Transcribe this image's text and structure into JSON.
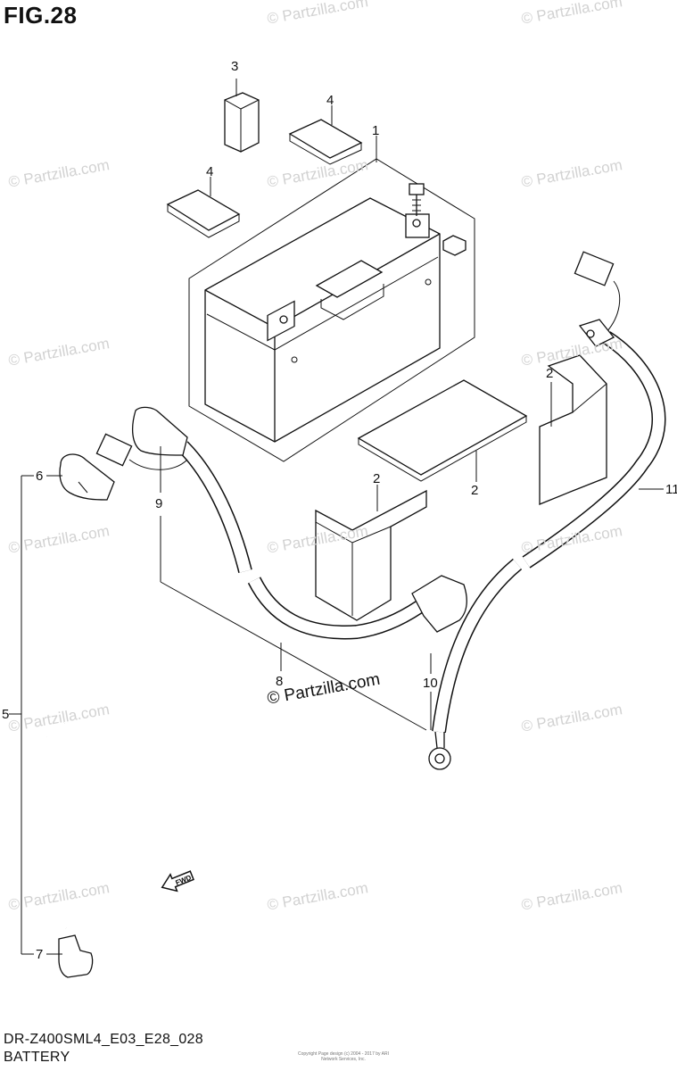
{
  "figure": {
    "title": "FIG.28"
  },
  "footer": {
    "model_code": "DR-Z400SML4_E03_E28_028",
    "part_name": "BATTERY",
    "copyright_note": "Copyright\nPage design (c) 2004 - 2017 by ARI Network Services, Inc."
  },
  "watermark": {
    "text": "© Partzilla.com",
    "center_text": "© Partzilla.com"
  },
  "fwd_arrow": {
    "label": "FWD"
  },
  "callouts": [
    {
      "id": "c1",
      "label": "1"
    },
    {
      "id": "c2a",
      "label": "2"
    },
    {
      "id": "c2b",
      "label": "2"
    },
    {
      "id": "c2c",
      "label": "2"
    },
    {
      "id": "c3",
      "label": "3"
    },
    {
      "id": "c4a",
      "label": "4"
    },
    {
      "id": "c4b",
      "label": "4"
    },
    {
      "id": "c5",
      "label": "5"
    },
    {
      "id": "c6",
      "label": "6"
    },
    {
      "id": "c7",
      "label": "7"
    },
    {
      "id": "c8",
      "label": "8"
    },
    {
      "id": "c9",
      "label": "9"
    },
    {
      "id": "c10",
      "label": "10"
    },
    {
      "id": "c11",
      "label": "11"
    }
  ]
}
